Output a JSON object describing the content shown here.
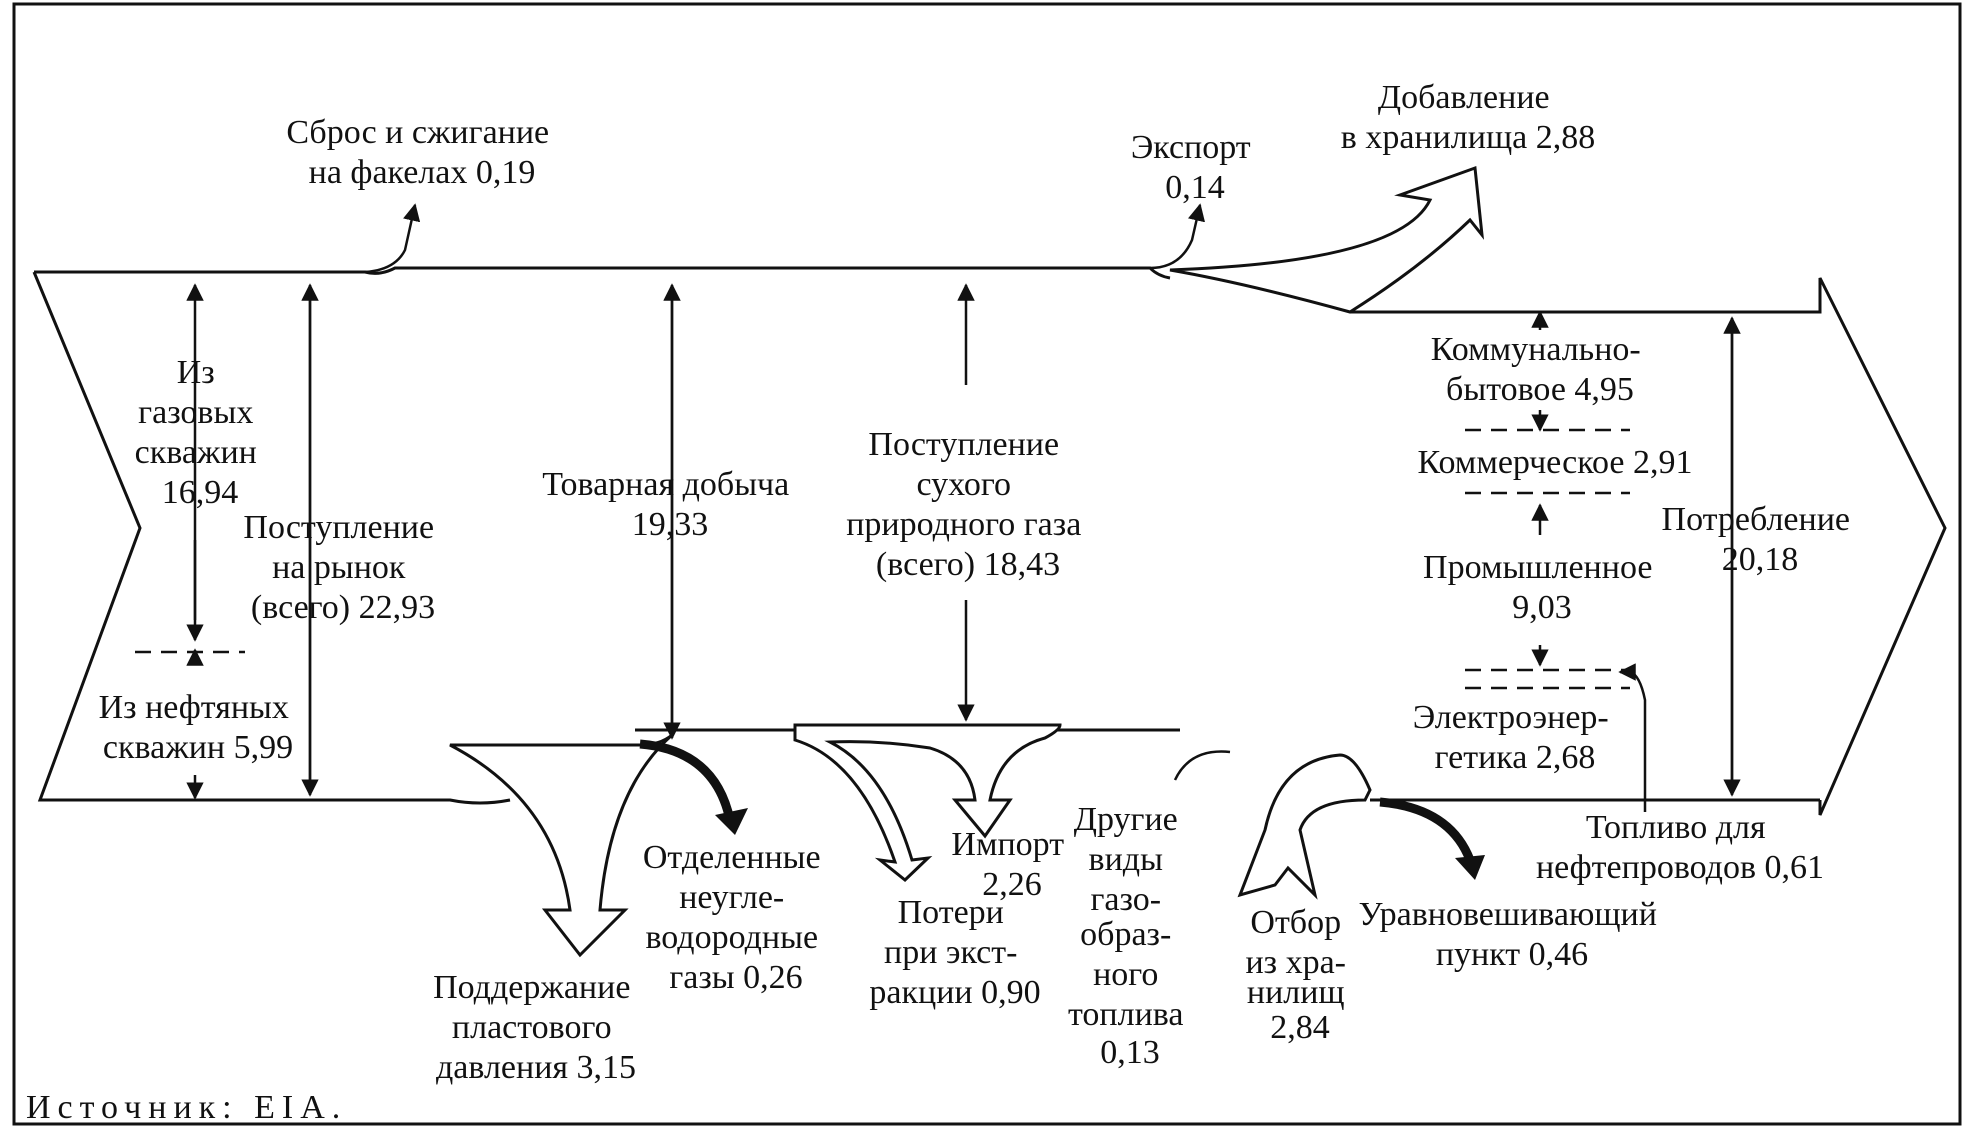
{
  "source": "Источник: EIA.",
  "labels": {
    "flaring": [
      "Сброс и сжигание",
      "на факелах 0,19"
    ],
    "export": [
      "Экспорт",
      "0,14"
    ],
    "storage_add": [
      "Добавление",
      "в хранилища 2,88"
    ],
    "gas_wells": [
      "Из",
      "газовых",
      "скважин",
      "16,94"
    ],
    "market_supply": [
      "Поступление",
      "на рынок",
      "(всего)  22,93"
    ],
    "oil_wells": [
      "Из нефтяных",
      "скважин  5,99"
    ],
    "marketed_production": [
      "Товарная добыча",
      "19,33"
    ],
    "dry_gas_supply": [
      "Поступление",
      "сухого",
      "природного газа",
      "(всего)  18,43"
    ],
    "residential": [
      "Коммунально-",
      "бытовое 4,95"
    ],
    "commercial": [
      "Коммерческое  2,91"
    ],
    "consumption": [
      "Потребление",
      "20,18"
    ],
    "industrial": [
      "Промышленное",
      "9,03"
    ],
    "electric_power": [
      "Электроэнер-",
      "гетика 2,68"
    ],
    "pipeline_fuel": [
      "Топливо для",
      "нефтепроводов 0,61"
    ],
    "balancing_item": [
      "Уравновешивающий",
      "пункт 0,46"
    ],
    "storage_withdrawal": [
      "Отбор",
      "из хра-",
      "нилищ",
      "2,84"
    ],
    "other_gases": [
      "Другие",
      "виды",
      "газо-",
      "образ-",
      "ного",
      "топлива",
      "0,13"
    ],
    "imports": [
      "Импорт",
      "2,26"
    ],
    "extraction_loss": [
      "Потери",
      "при экст-",
      "ракции 0,90"
    ],
    "nonhydrocarbon": [
      "Отделенные",
      "неугле-",
      "водородные",
      "газы 0,26"
    ],
    "repressuring": [
      "Поддержание",
      "пластового",
      "давления 3,15"
    ]
  }
}
